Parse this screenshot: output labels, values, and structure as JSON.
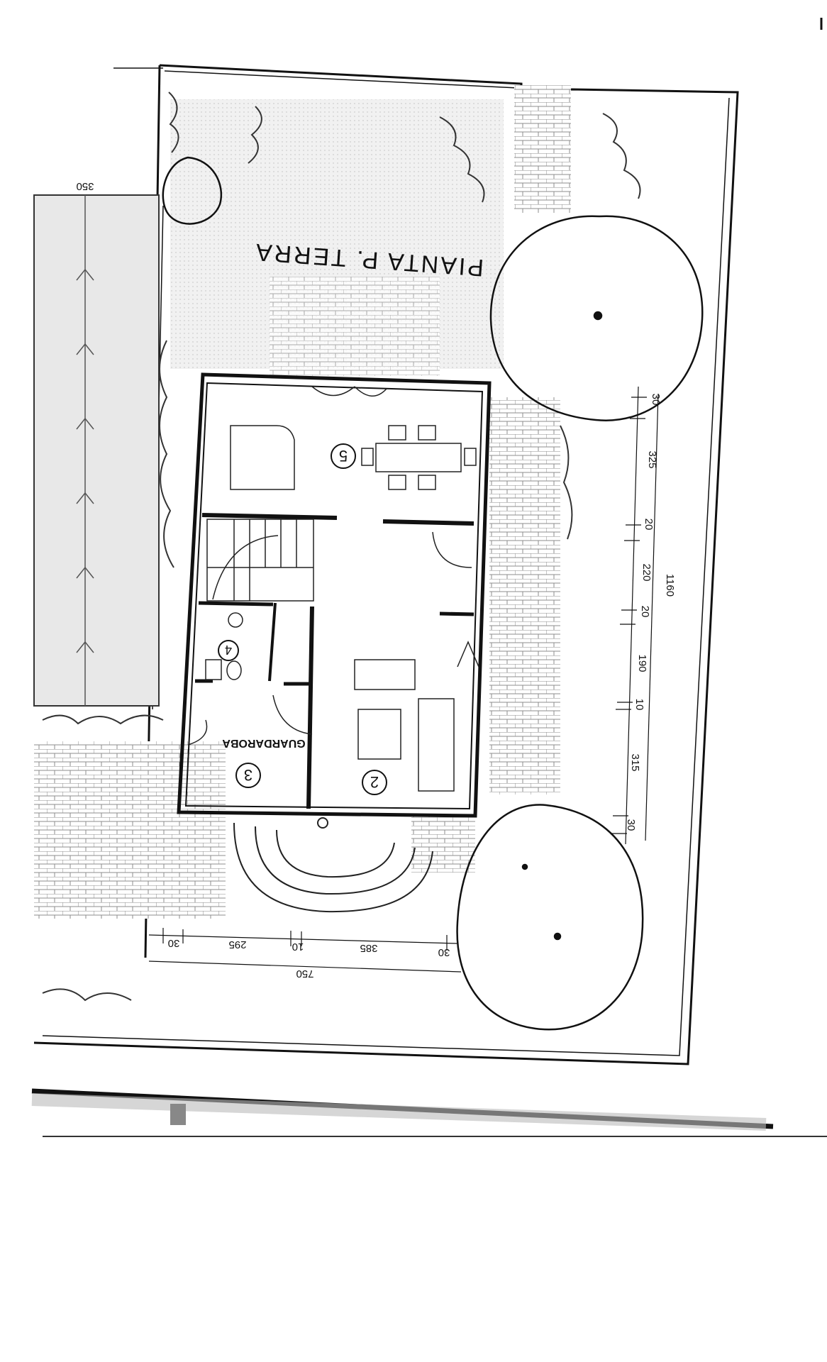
{
  "drawing": {
    "title": "PIANTA P. TERRA",
    "label_guardaroba": "GUARDAROBA",
    "rooms": [
      "2",
      "3",
      "4",
      "5"
    ],
    "dims_bottom": {
      "d1": "30",
      "d2": "295",
      "d3": "10",
      "d4": "385",
      "d5": "30",
      "total": "750"
    },
    "dims_right": {
      "d1": "30",
      "d2": "325",
      "d3": "20",
      "d4": "220",
      "d5": "20",
      "d6": "190",
      "d7": "10",
      "d8": "315",
      "d9": "30",
      "total": "1160"
    },
    "dim_left": "350"
  },
  "colors": {
    "ink": "#111111",
    "paving": "#9a9a9a",
    "lawn": "#d9d9d9",
    "paper": "#ffffff"
  },
  "icons": [
    "tree-icon",
    "shrub-icon",
    "table-icon",
    "chair-icon",
    "sofa-icon",
    "stair-icon"
  ]
}
